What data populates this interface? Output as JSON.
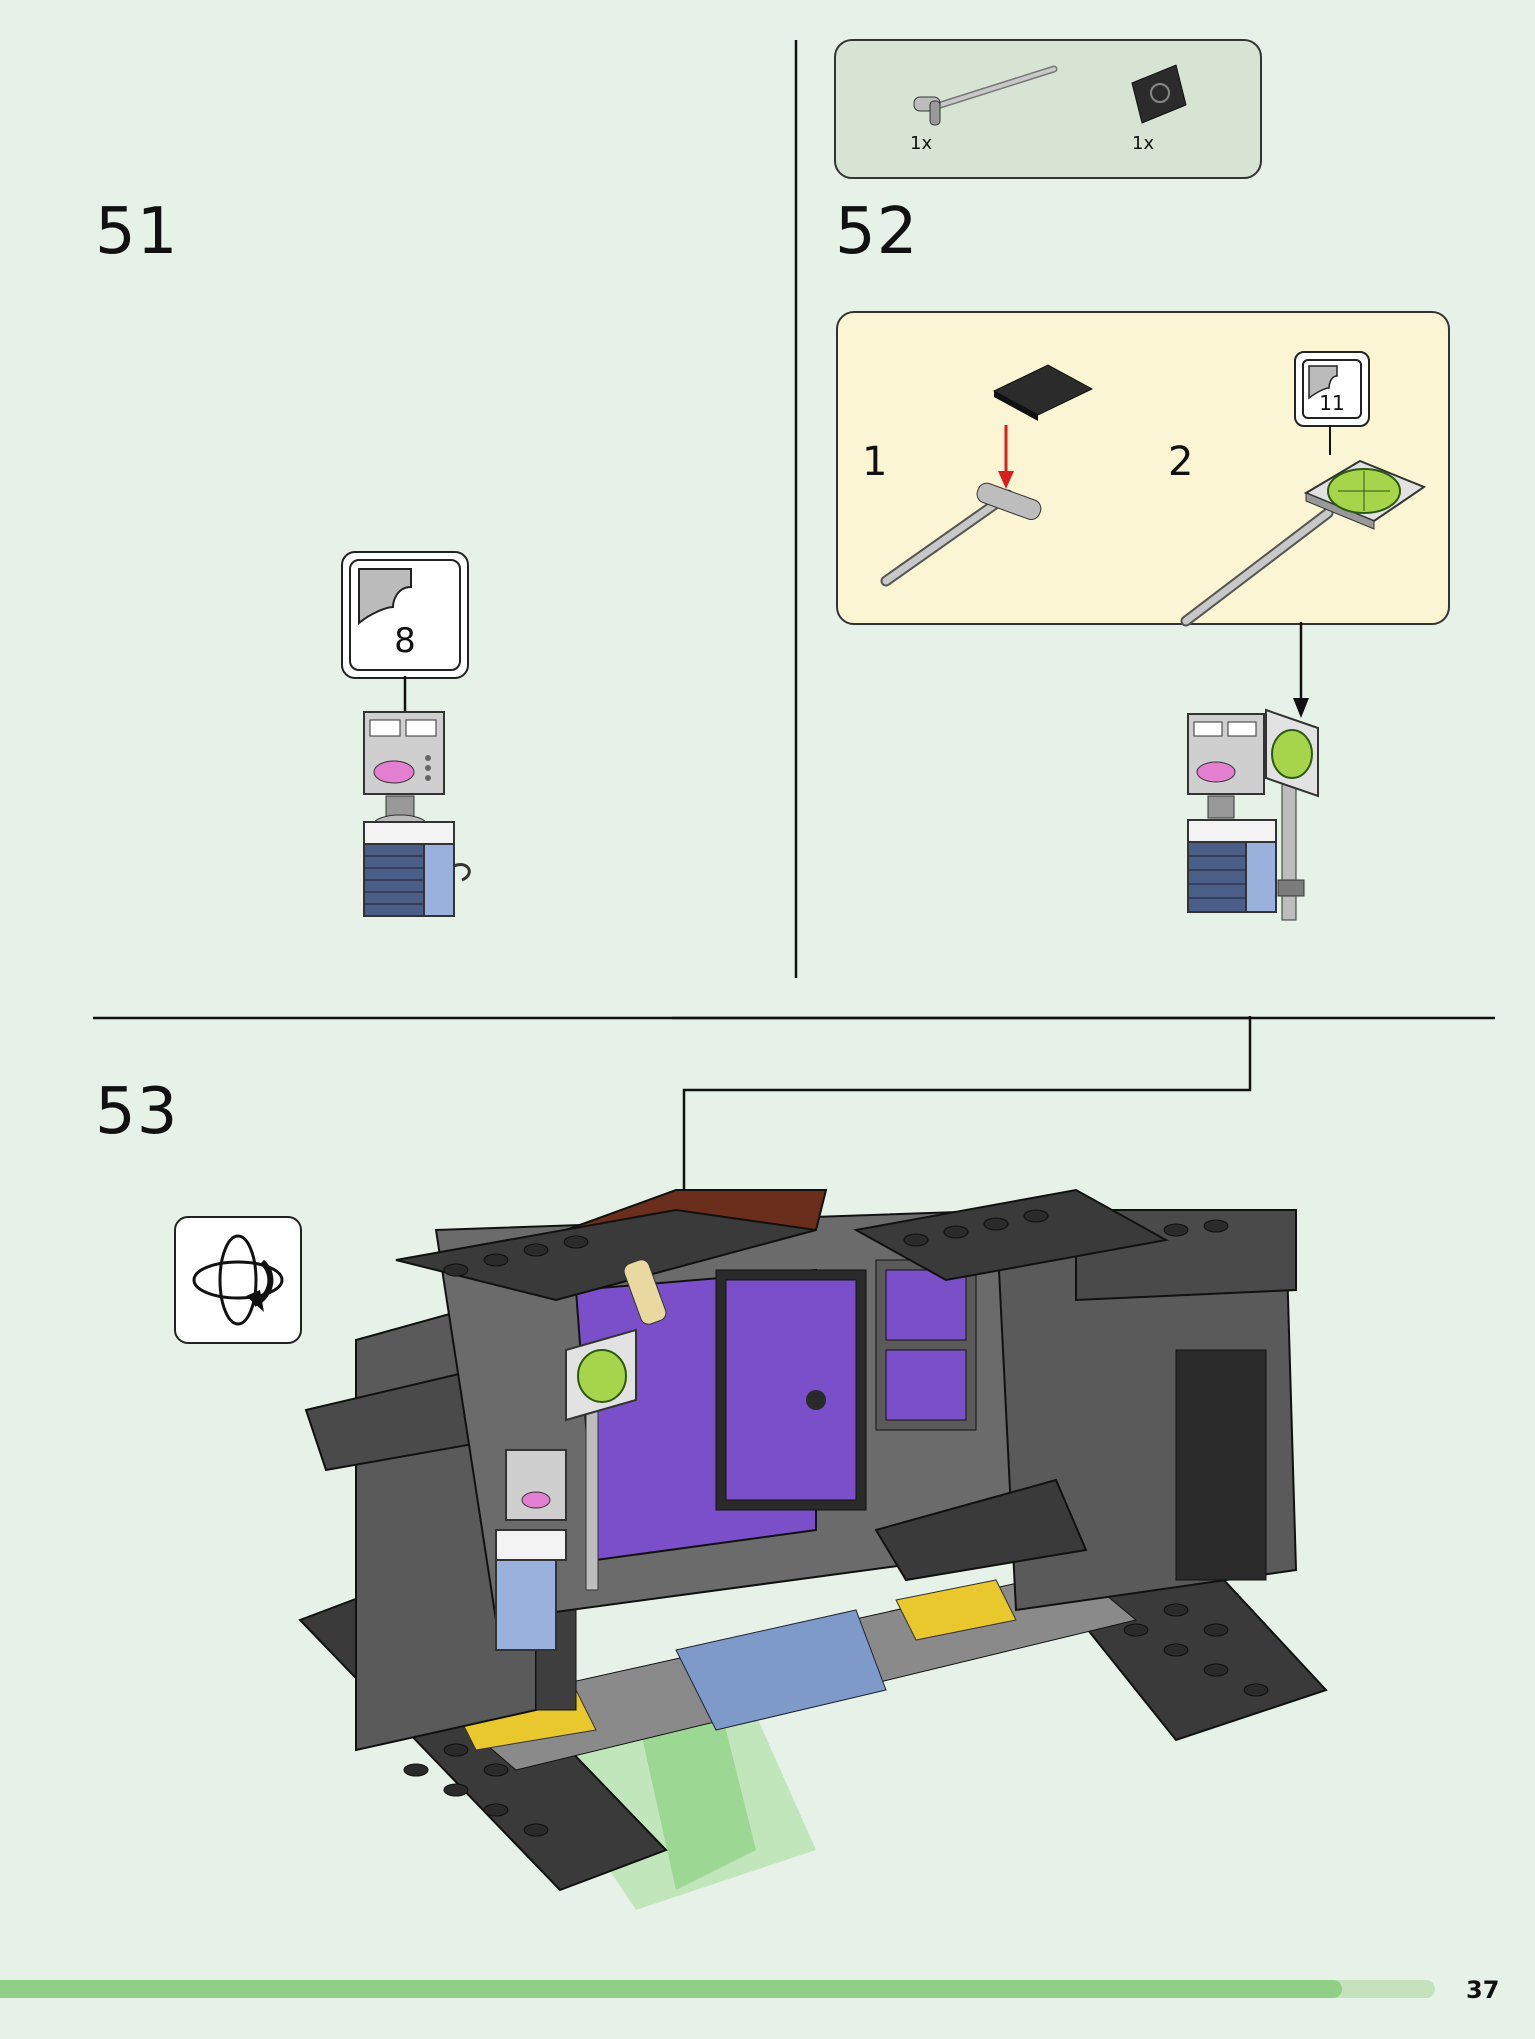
{
  "steps": {
    "s51": {
      "number": "51",
      "sticker": "8"
    },
    "s52": {
      "number": "52",
      "parts": [
        {
          "name": "bar-with-clip",
          "qty": "1x"
        },
        {
          "name": "tile-2x2-black",
          "qty": "1x"
        }
      ],
      "substeps": [
        {
          "number": "1"
        },
        {
          "number": "2",
          "sticker": "11"
        }
      ]
    },
    "s53": {
      "number": "53",
      "icon": "rotate-model-icon"
    }
  },
  "footer": {
    "page_number": "37",
    "progress": 0.935,
    "progress_color": "#8fcf86"
  },
  "colors": {
    "background": "#e6f2e8",
    "submodel_box": "#fbf5d3",
    "parts_box": "#d7e4d4",
    "purple_door": "#7a4fc9",
    "arrow_red": "#d62020"
  }
}
